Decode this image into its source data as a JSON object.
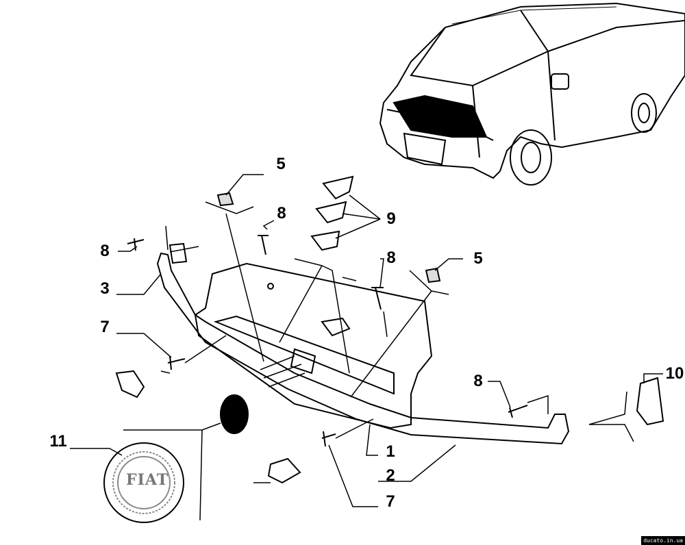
{
  "diagram": {
    "title": "Front bumper / grille parts diagram",
    "callouts": [
      {
        "id": "c5a",
        "label": "5"
      },
      {
        "id": "c8a",
        "label": "8"
      },
      {
        "id": "c9",
        "label": "9"
      },
      {
        "id": "c8b",
        "label": "8"
      },
      {
        "id": "c3",
        "label": "3"
      },
      {
        "id": "c8c",
        "label": "8"
      },
      {
        "id": "c5b",
        "label": "5"
      },
      {
        "id": "c7a",
        "label": "7"
      },
      {
        "id": "c10",
        "label": "10"
      },
      {
        "id": "c8d",
        "label": "8"
      },
      {
        "id": "c11",
        "label": "11"
      },
      {
        "id": "c1",
        "label": "1"
      },
      {
        "id": "c2",
        "label": "2"
      },
      {
        "id": "c7b",
        "label": "7"
      }
    ],
    "logo_text": "FIAT",
    "watermark": "ducato.in.ua"
  }
}
